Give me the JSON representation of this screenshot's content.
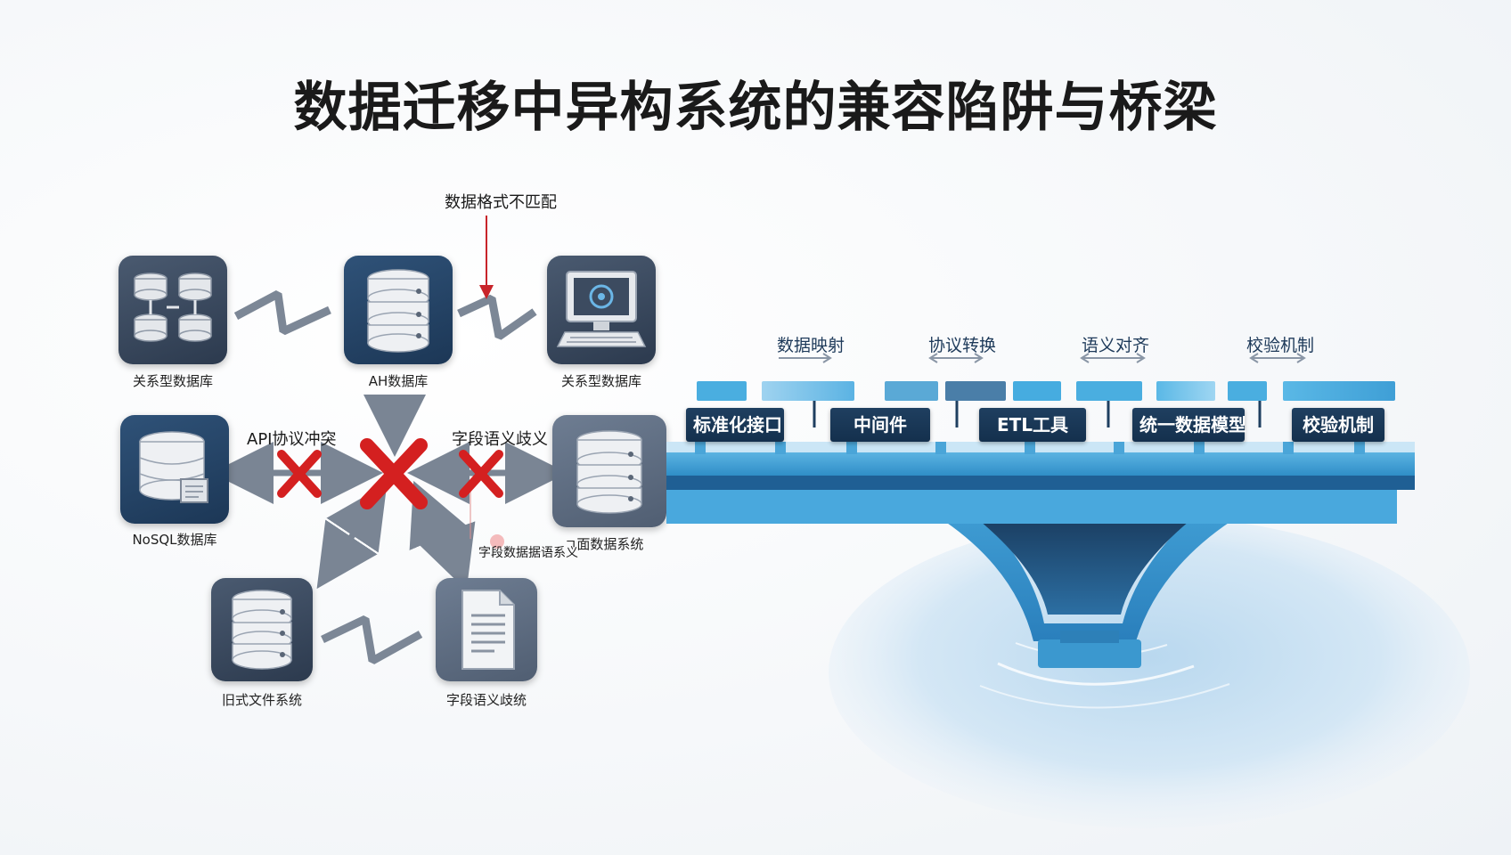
{
  "title": "数据迁移中异构系统的兼容陷阱与桥梁",
  "nodes": [
    {
      "id": "relational-1",
      "label": "关系型数据库",
      "icon": "relational-database-icon"
    },
    {
      "id": "ah",
      "label": "AH数据库",
      "icon": "database-stack-icon"
    },
    {
      "id": "relational-2",
      "label": "关系型数据库",
      "icon": "computer-monitor-icon"
    },
    {
      "id": "nosql",
      "label": "NoSQL数据库",
      "icon": "database-document-icon"
    },
    {
      "id": "x-system",
      "label": "ㄱ面数据系统",
      "icon": "database-stack-icon"
    },
    {
      "id": "legacy",
      "label": "旧式文件系统",
      "icon": "database-stack-icon"
    },
    {
      "id": "semantic",
      "label": "字段语义歧统",
      "icon": "document-file-icon"
    }
  ],
  "conflicts": {
    "format_mismatch": "数据格式不匹配",
    "api_conflict": "API协议冲突",
    "semantic_ambiguity": "字段语义歧义",
    "garbled": "字段数据据语系义"
  },
  "bridge": {
    "top_labels": [
      "数据映射",
      "协议转换",
      "语义对齐",
      "校验机制"
    ],
    "pillars": [
      "标准化接口",
      "中间件",
      "ETL工具",
      "统一数据模型",
      "校验机制"
    ]
  },
  "colors": {
    "conflict_red": "#d42020",
    "bridge_blue": "#3b98cf",
    "pillar_navy": "#1b3a5b"
  }
}
